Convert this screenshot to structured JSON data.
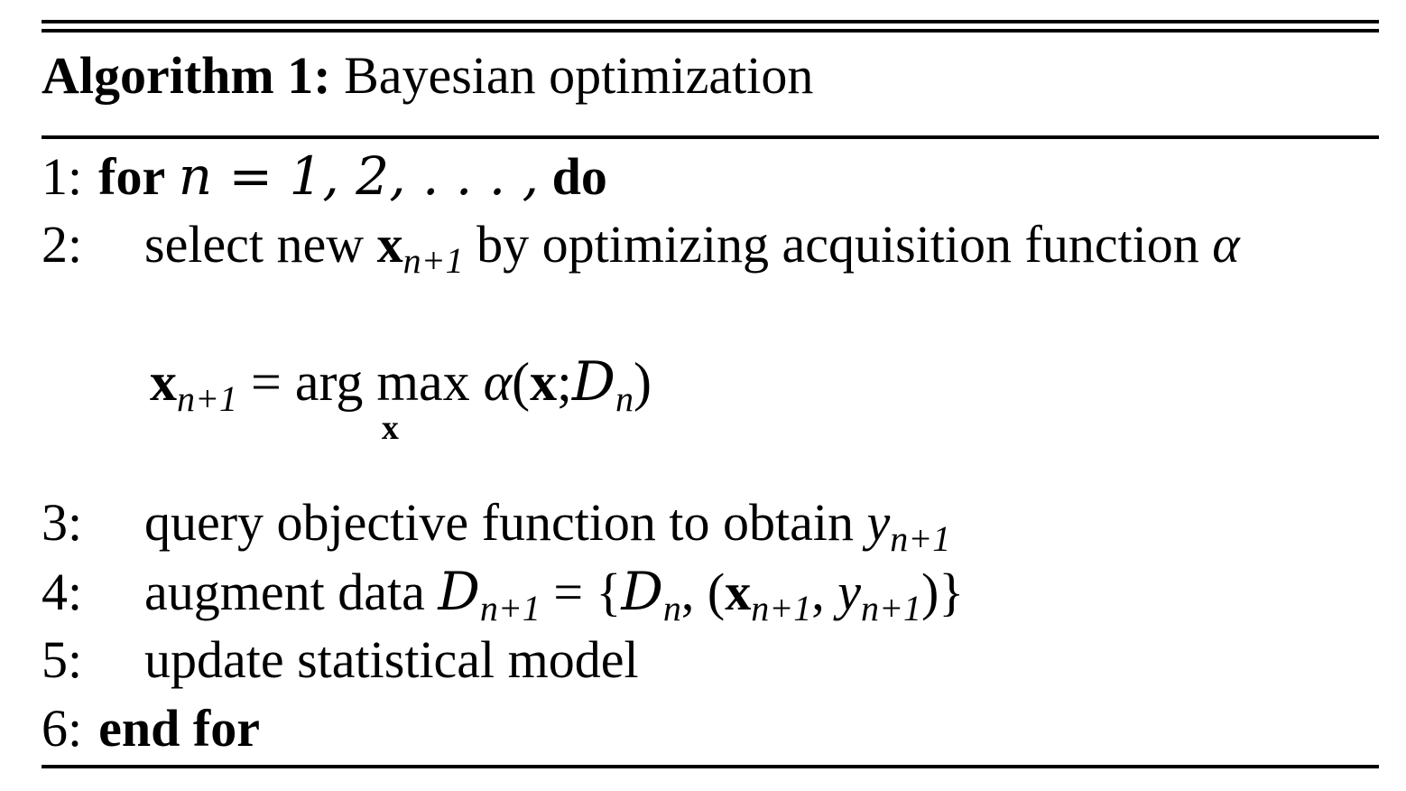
{
  "algorithm": {
    "label": "Algorithm 1:",
    "title": "Bayesian optimization"
  },
  "steps": [
    {
      "num": "1:",
      "keyword_for": "for",
      "math": "n = 1, 2, . . . ,",
      "keyword_do": "do"
    },
    {
      "num": "2:",
      "text": "select new",
      "var": "x",
      "sub": "n+1",
      "text_after": "by optimizing acquisition function",
      "alpha": "α"
    },
    {
      "num": "3:",
      "text": "query objective function to obtain",
      "var": "y",
      "sub": "n+1"
    },
    {
      "num": "4:",
      "text": "augment data",
      "lhs_var": "D",
      "lhs_sub": "n+1",
      "rhs": "= {",
      "d": "D",
      "d_sub": "n",
      "pair_open": ", (",
      "x": "x",
      "x_sub": "n+1",
      "comma": ",",
      "y": "y",
      "y_sub": "n+1",
      "close": ")}"
    },
    {
      "num": "5:",
      "text": "update statistical model"
    },
    {
      "num": "6:",
      "keyword_end": "end for"
    }
  ],
  "display_equation": {
    "lhs_var": "x",
    "lhs_sub": "n+1",
    "equals": "=",
    "argmax": "arg max",
    "argmax_under": "x",
    "alpha": "α",
    "open": "(",
    "arg_x": "x",
    "semicolon": ";",
    "d": "D",
    "d_sub": "n",
    "close": ")"
  }
}
